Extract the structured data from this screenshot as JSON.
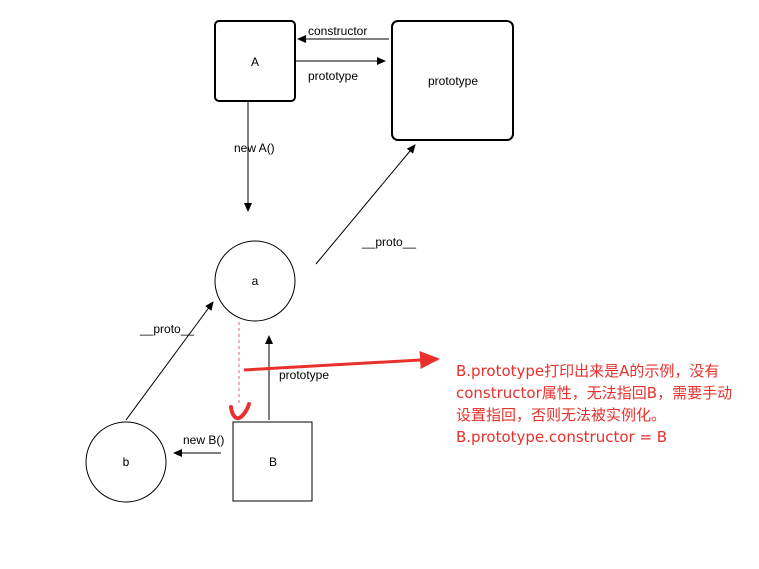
{
  "nodes": {
    "a_box": {
      "label": "A"
    },
    "proto_box": {
      "label": "prototype"
    },
    "a_circle": {
      "label": "a"
    },
    "b_circle": {
      "label": "b"
    },
    "b_box": {
      "label": "B"
    }
  },
  "edges": {
    "constructor": "constructor",
    "prototype_a": "prototype",
    "new_a": "new A()",
    "proto_a_up": "__proto__",
    "proto_b_up": "__proto__",
    "prototype_b": "prototype",
    "new_b": "new B()"
  },
  "note": {
    "lines": [
      "B.prototype打印出来是A的示例，没有",
      "constructor属性，无法指回B，需要手动",
      "设置指回，否则无法被实例化。",
      "B.prototype.constructor = B"
    ]
  },
  "colors": {
    "stroke": "#000000",
    "annotation": "#e8302c",
    "dashed_link": "#e06666"
  }
}
